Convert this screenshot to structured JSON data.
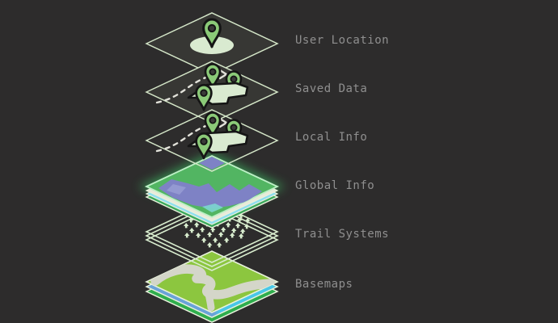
{
  "background_color": "#2d2c2c",
  "palette": {
    "pin_green": "#8bca78",
    "pale_green": "#d9ead0",
    "sheet_outline": "#d4e6c8",
    "glow_green": "#3fd36b",
    "globe_green": "#52b562",
    "globe_purple": "#7e82c5",
    "basemap_green": "#8cc63f",
    "river_cream": "#d4d6c9",
    "water_blue": "#69a2d8",
    "water_cyan": "#49c7e8",
    "deep_green": "#2fae4d",
    "label_gray": "#8f8f8f"
  },
  "layers": [
    {
      "id": "user-location",
      "label": "User Location",
      "icon": "location-pin-icon"
    },
    {
      "id": "saved-data",
      "label": "Saved Data",
      "icon": "location-pin-icon"
    },
    {
      "id": "local-info",
      "label": "Local Info",
      "icon": "location-pin-icon"
    },
    {
      "id": "global-info",
      "label": "Global Info",
      "icon": "world-map-layer"
    },
    {
      "id": "trail-systems",
      "label": "Trail Systems",
      "icon": "tree-icons"
    },
    {
      "id": "basemaps",
      "label": "Basemaps",
      "icon": "terrain-map-layer"
    }
  ]
}
